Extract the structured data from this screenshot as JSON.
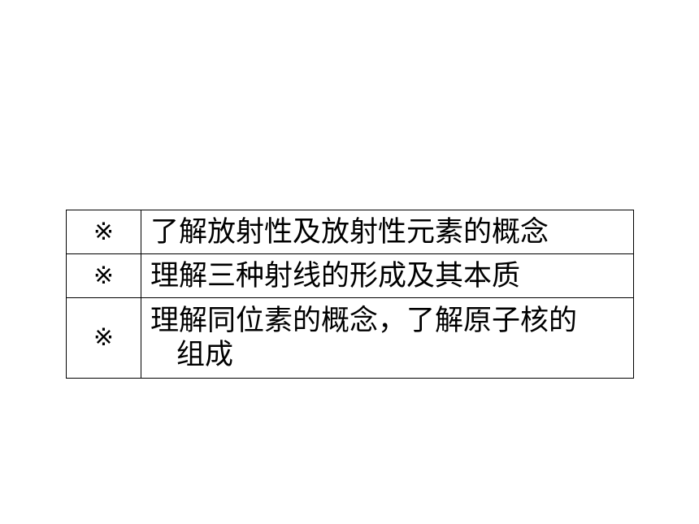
{
  "objectives": {
    "rows": [
      {
        "mark": "※",
        "text": "了解放射性及放射性元素的概念"
      },
      {
        "mark": "※",
        "text": "理解三种射线的形成及其本质"
      },
      {
        "mark": "※",
        "text_line1": "理解同位素的概念，了解原子核的",
        "text_line2": "组成"
      }
    ]
  }
}
